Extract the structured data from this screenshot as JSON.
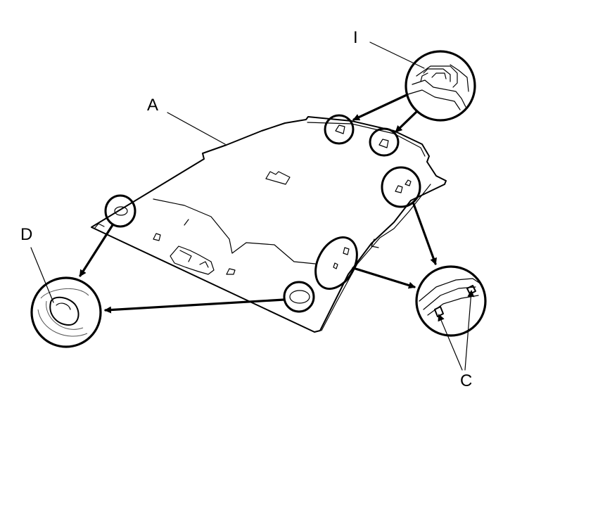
{
  "callouts": {
    "a": "A",
    "c": "C",
    "d": "D",
    "i": "I"
  },
  "colors": {
    "line": "#000000",
    "background": "#ffffff"
  }
}
